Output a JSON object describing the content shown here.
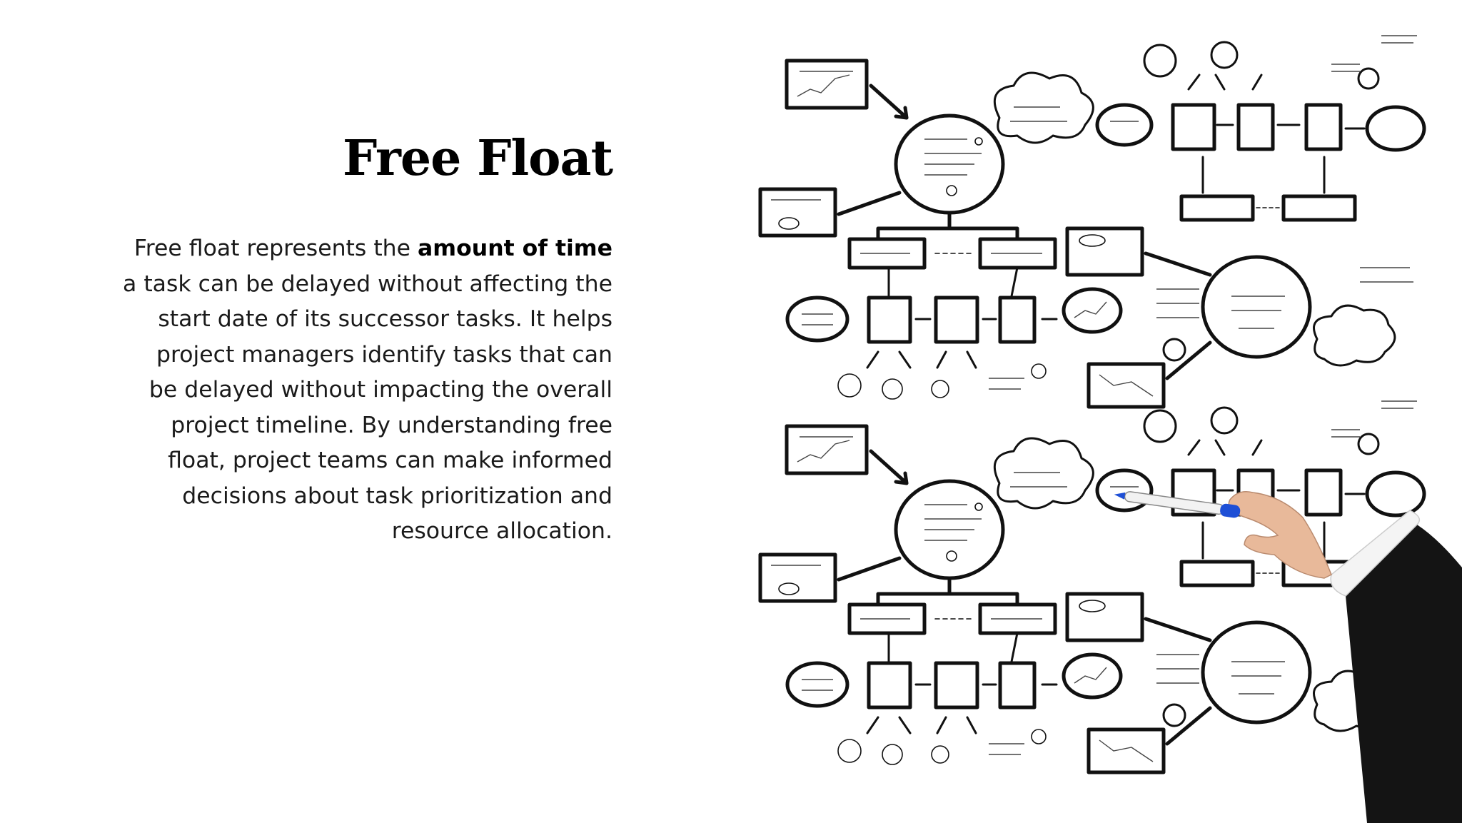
{
  "slide": {
    "title": "Free Float",
    "paragraph": {
      "before_emphasis": "Free float represents the ",
      "emphasis": "amount of time",
      "after_emphasis": " a task can be delayed without affecting the start date of its successor tasks. It helps project managers identify tasks that can be delayed without impacting the overall project timeline. By understanding free float, project teams can make informed decisions about task prioritization and resource allocation."
    }
  },
  "image": {
    "subject": "hand-drawn-mind-map-sketch",
    "colors": {
      "ink": "#111111",
      "marker_cap": "#1e4fd6",
      "sleeve": "#141414",
      "skin": "#e8b99a"
    }
  }
}
